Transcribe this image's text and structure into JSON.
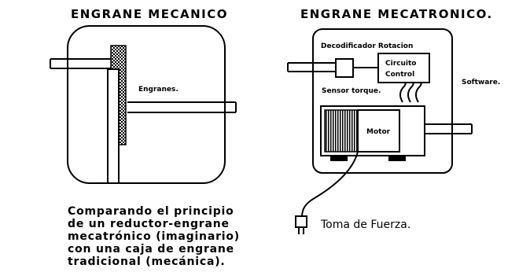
{
  "left_panel": {
    "title": "ENGRANE MECANICO",
    "gears_label": "Engranes."
  },
  "right_panel": {
    "title": "ENGRANE MECATRONICO.",
    "decoder_label": "Decodificador Rotacion",
    "control_label_line1": "Circuito",
    "control_label_line2": "Control",
    "software_label": "Software.",
    "sensor_label": "Sensor torque.",
    "motor_label": "Motor",
    "plug_label": "Toma de Fuerza."
  },
  "caption": {
    "lines": [
      "Comparando el principio",
      "de un reductor-engrane",
      "mecatrónico (imaginario)",
      "con una caja de engrane",
      "tradicional (mecánica)."
    ]
  }
}
